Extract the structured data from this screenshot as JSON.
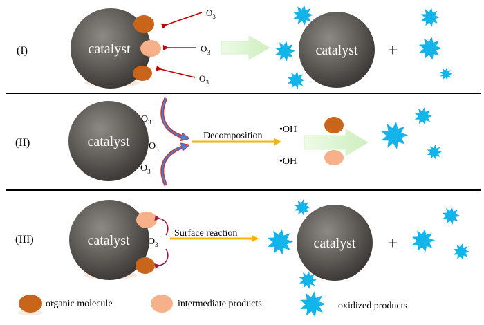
{
  "rows": [
    {
      "label": "(I)",
      "catalyst_label": "catalyst",
      "ozone_labels": [
        "O3",
        "O3",
        "O3"
      ],
      "result_catalyst_label": "catalyst",
      "plus": "+"
    },
    {
      "label": "(II)",
      "catalyst_label": "catalyst",
      "ozone_labels": [
        "O3",
        "O3",
        "O3"
      ],
      "process_label": "Decomposition",
      "radical_labels": [
        "•OH",
        "•OH"
      ]
    },
    {
      "label": "(III)",
      "catalyst_label": "catalyst",
      "ozone_labels": [
        "O3"
      ],
      "process_label": "Surface reaction",
      "result_catalyst_label": "catalyst",
      "plus": "+"
    }
  ],
  "legend": [
    {
      "name": "organic-molecule",
      "label": "organic molecule",
      "color": "#c8651b"
    },
    {
      "name": "intermediate-products",
      "label": "intermediate products",
      "color": "#f6b08a"
    },
    {
      "name": "oxidized-products",
      "label": "oxidized products",
      "color": "#13b4ea"
    }
  ],
  "colors": {
    "catalyst": "#5e5a56",
    "organic_molecule": "#c8651b",
    "intermediate": "#f6b08a",
    "oxidized": "#13b4ea",
    "ozone_arrow": "#c00000",
    "process_arrow": "#f4b400",
    "block_arrow": "#d5f3c8",
    "divider": "#000000"
  }
}
